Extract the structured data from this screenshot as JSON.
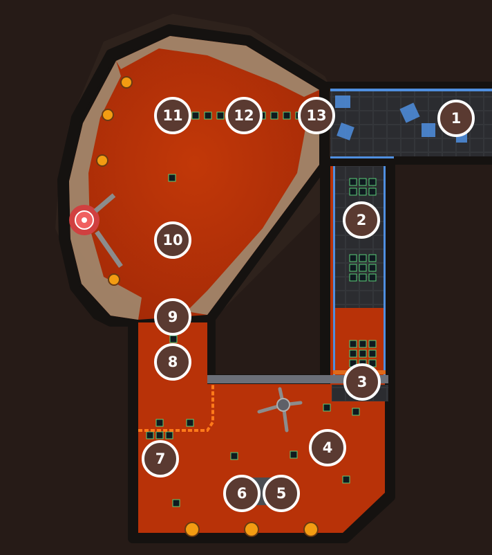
{
  "map": {
    "colors": {
      "background": "#261b17",
      "wall": "#151210",
      "lava": "#b83208",
      "lava_dark": "#8d260a",
      "rock": "#9e8a70",
      "metal_floor": "#3a3b3f",
      "blue_accent": "#4f8fe0",
      "marker_fill": "#5a3a31",
      "marker_ring": "#ffffff"
    },
    "markers": [
      {
        "id": "marker-1",
        "label": "1"
      },
      {
        "id": "marker-2",
        "label": "2"
      },
      {
        "id": "marker-3",
        "label": "3"
      },
      {
        "id": "marker-4",
        "label": "4"
      },
      {
        "id": "marker-5",
        "label": "5"
      },
      {
        "id": "marker-6",
        "label": "6"
      },
      {
        "id": "marker-7",
        "label": "7"
      },
      {
        "id": "marker-8",
        "label": "8"
      },
      {
        "id": "marker-9",
        "label": "9"
      },
      {
        "id": "marker-10",
        "label": "10"
      },
      {
        "id": "marker-11",
        "label": "11"
      },
      {
        "id": "marker-12",
        "label": "12"
      },
      {
        "id": "marker-13",
        "label": "13"
      }
    ],
    "icons": [
      "lava-cavern",
      "metal-corridor",
      "crate-icon",
      "turret-icon",
      "fire-brazier-icon",
      "teleporter-icon",
      "fan-machine-icon"
    ]
  }
}
